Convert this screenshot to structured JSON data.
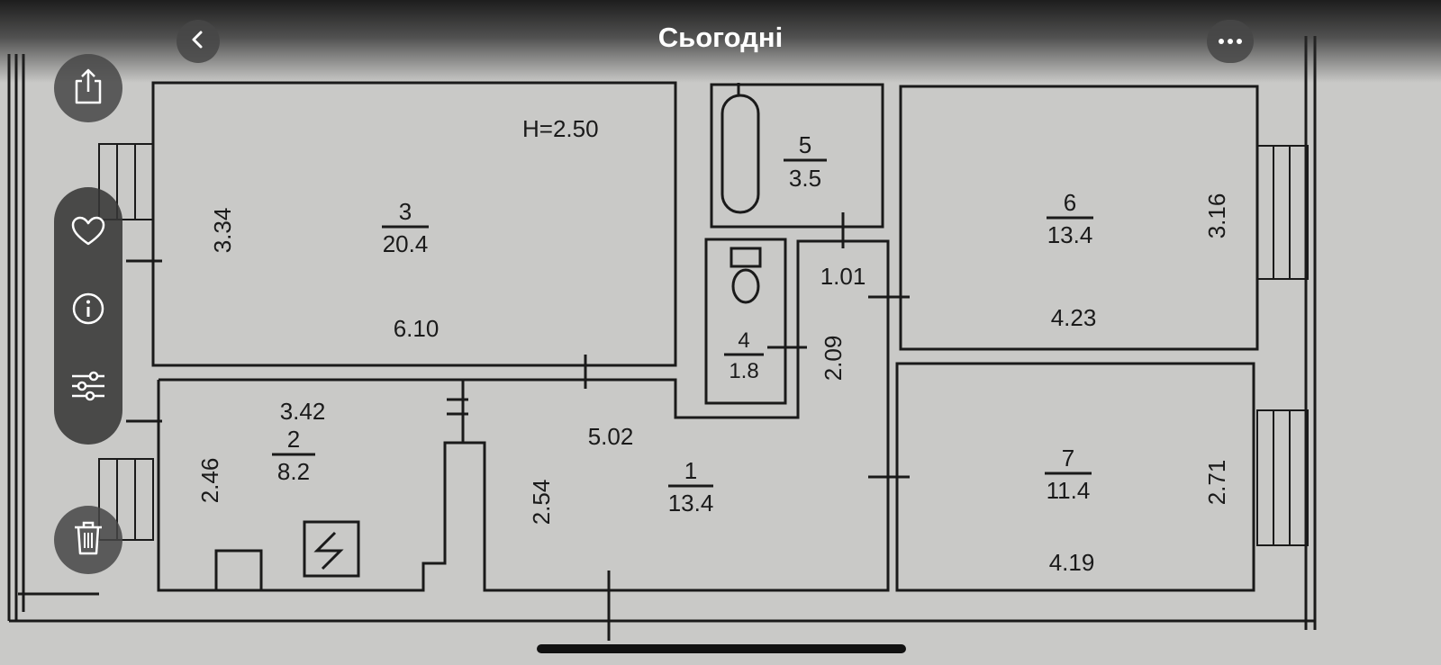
{
  "header": {
    "title": "Сьогодні",
    "back_icon": "chevron-left-icon",
    "more_icon": "ellipsis-icon"
  },
  "toolbar": {
    "share_icon": "share-icon",
    "favorite_icon": "heart-icon",
    "info_icon": "info-icon",
    "adjust_icon": "sliders-icon",
    "delete_icon": "trash-icon"
  },
  "floorplan": {
    "ceiling_height": "H=2.50",
    "rooms": [
      {
        "number": "3",
        "area": "20.4"
      },
      {
        "number": "5",
        "area": "3.5"
      },
      {
        "number": "6",
        "area": "13.4"
      },
      {
        "number": "4",
        "area": "1.8"
      },
      {
        "number": "2",
        "area": "8.2"
      },
      {
        "number": "1",
        "area": "13.4"
      },
      {
        "number": "7",
        "area": "11.4"
      }
    ],
    "dimensions": [
      "3.34",
      "6.10",
      "1.01",
      "2.09",
      "3.16",
      "4.23",
      "3.42",
      "2.46",
      "5.02",
      "2.54",
      "2.71",
      "4.19"
    ]
  },
  "colors": {
    "paper": "#c9c9c7",
    "ink": "#1a1a1a",
    "overlay": "#464646"
  }
}
